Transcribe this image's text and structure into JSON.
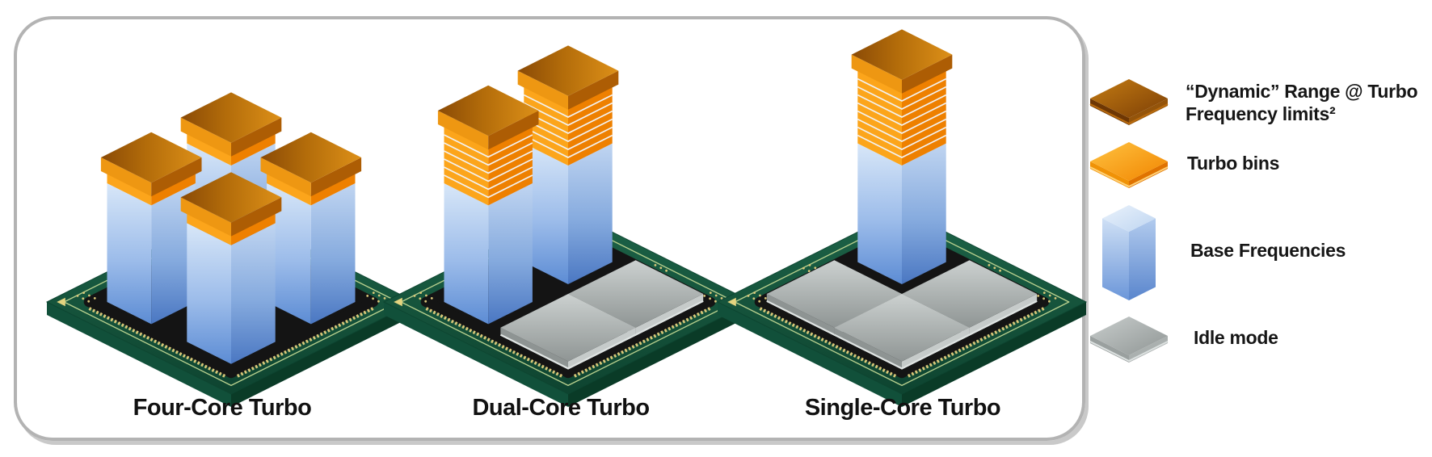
{
  "panels": [
    {
      "id": "four-core",
      "label": "Four-Core Turbo",
      "active_cores": 4,
      "idle_cores": 0,
      "turbo_bins_per_core": 1,
      "core_layout": {
        "active": [
          "back",
          "right",
          "left",
          "front"
        ],
        "idle": []
      }
    },
    {
      "id": "dual-core",
      "label": "Dual-Core Turbo",
      "active_cores": 2,
      "idle_cores": 2,
      "turbo_bins_per_core": 7,
      "core_layout": {
        "active": [
          "back",
          "left"
        ],
        "idle": [
          "right",
          "front"
        ]
      }
    },
    {
      "id": "single-core",
      "label": "Single-Core Turbo",
      "active_cores": 1,
      "idle_cores": 3,
      "turbo_bins_per_core": 9,
      "core_layout": {
        "active": [
          "back"
        ],
        "idle": [
          "left",
          "right",
          "front"
        ]
      }
    }
  ],
  "legend": {
    "items": [
      {
        "id": "dynamic-range",
        "swatch": "dark-orange-slab",
        "label": "“Dynamic” Range @ Turbo\nFrequency limits²"
      },
      {
        "id": "turbo-bins",
        "swatch": "orange-slab",
        "label": "Turbo bins"
      },
      {
        "id": "base-frequencies",
        "swatch": "blue-column",
        "label": "Base Frequencies"
      },
      {
        "id": "idle-mode",
        "swatch": "gray-slab",
        "label": "Idle mode"
      }
    ]
  },
  "colors": {
    "frame_border": "#b3b3b3",
    "text": "#161616",
    "base_frequency_blue": "#5c8cd4",
    "turbo_bin_orange": "#fca51b",
    "dynamic_range_brown": "#8a4a06",
    "idle_gray": "#9aa09f",
    "package_green": "#155239",
    "substrate_black": "#141414",
    "gold_pads": "#d9c779"
  }
}
